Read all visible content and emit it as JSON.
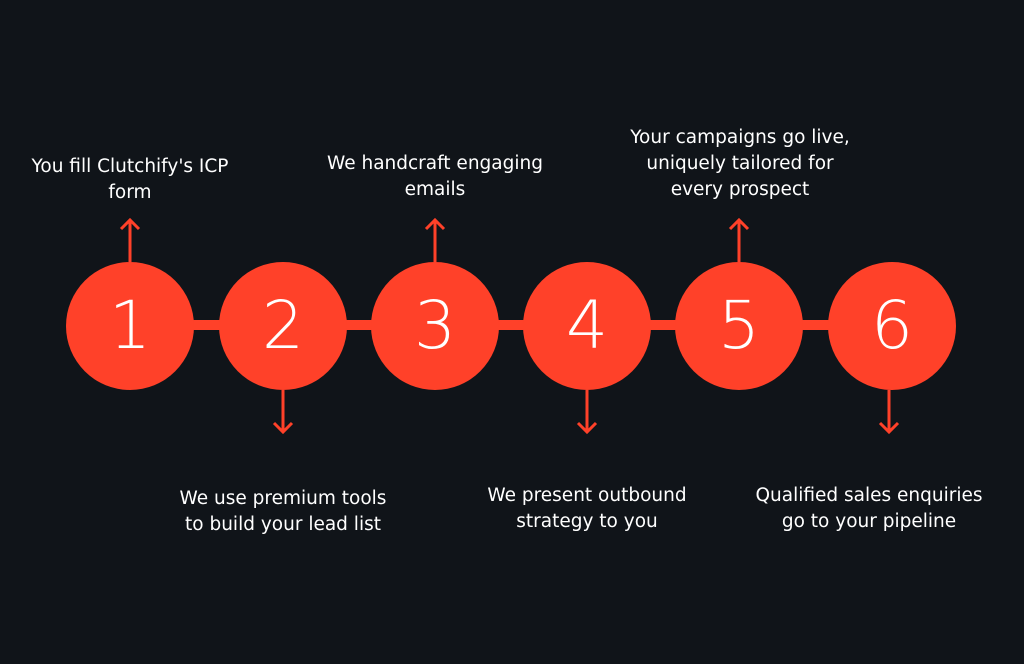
{
  "colors": {
    "background": "#101419",
    "accent": "#ff4129",
    "text": "#ffffff"
  },
  "steps": [
    {
      "number": "1",
      "caption": "You fill Clutchify's ICP\nform",
      "direction": "up"
    },
    {
      "number": "2",
      "caption": "We use premium tools\nto build your lead list",
      "direction": "down"
    },
    {
      "number": "3",
      "caption": "We handcraft engaging\nemails",
      "direction": "up"
    },
    {
      "number": "4",
      "caption": "We present outbound\nstrategy to you",
      "direction": "down"
    },
    {
      "number": "5",
      "caption": "Your campaigns go live,\nuniquely tailored for\nevery prospect",
      "direction": "up"
    },
    {
      "number": "6",
      "caption": "Qualified sales enquiries\ngo to your pipeline",
      "direction": "down"
    }
  ]
}
